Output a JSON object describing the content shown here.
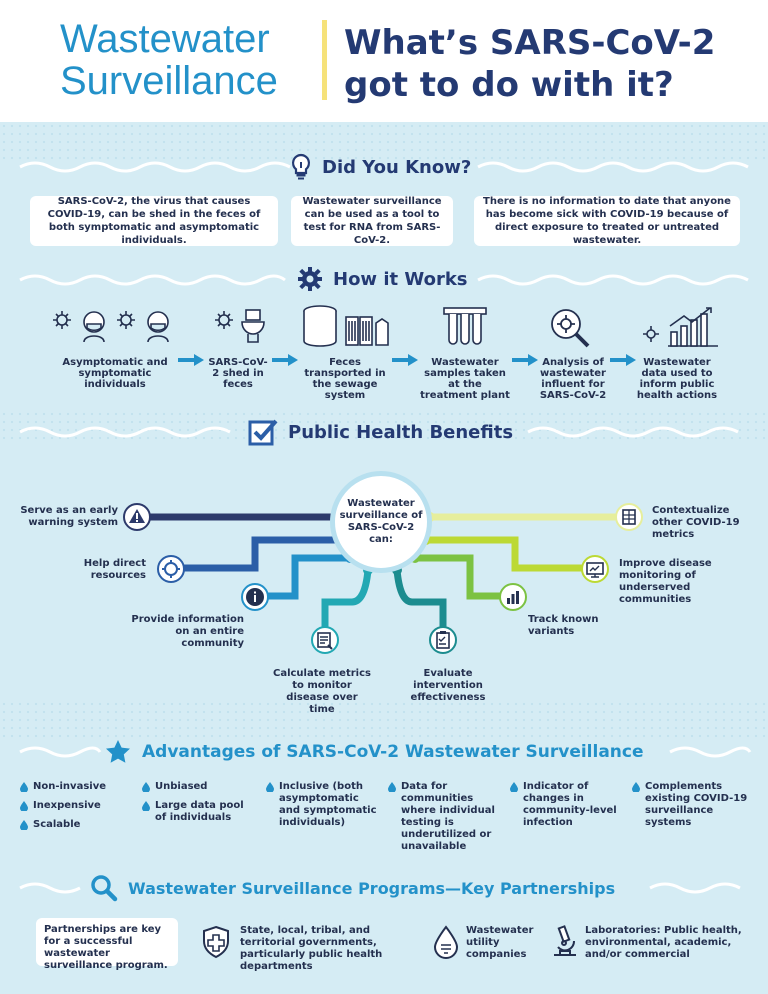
{
  "header": {
    "title_left": "Wastewater Surveillance",
    "title_right": "What’s SARS-CoV-2 got to do with it?"
  },
  "did_you_know": {
    "title": "Did You Know?",
    "facts": [
      "SARS-CoV-2, the virus that causes COVID-19, can be shed in the feces of both symptomatic and asymptomatic individuals.",
      "Wastewater surveillance can be used as a tool to test for RNA from SARS-CoV-2.",
      "There is no information to date that anyone has become sick with COVID-19 because of direct exposure to treated or untreated wastewater."
    ]
  },
  "how_it_works": {
    "title": "How it Works",
    "steps": [
      "Asymptomatic and symptomatic individuals",
      "SARS-CoV-2 shed in feces",
      "Feces transported in the sewage system",
      "Wastewater samples taken at the treatment plant",
      "Analysis of wastewater influent for SARS-CoV-2",
      "Wastewater data used to inform public health actions"
    ]
  },
  "benefits": {
    "title": "Public Health Benefits",
    "hub": "Wastewater surveillance of SARS-CoV-2 can:",
    "items": [
      "Serve as an early warning system",
      "Help direct resources",
      "Provide information on an entire community",
      "Calculate metrics to monitor disease over time",
      "Evaluate intervention effectiveness",
      "Track known variants",
      "Improve disease monitoring of underserved communities",
      "Contextualize other COVID-19 metrics"
    ],
    "colors": {
      "navy": "#2d3a6b",
      "blue": "#2b5ea7",
      "sky": "#2391c9",
      "teal": "#22a8b3",
      "dark_teal": "#1c8c8f",
      "green": "#7cc242",
      "lime": "#bcd934",
      "yellow": "#e6ee9c"
    }
  },
  "advantages": {
    "title": "Advantages of SARS-CoV-2 Wastewater Surveillance",
    "columns": [
      [
        "Non-invasive",
        "Inexpensive",
        "Scalable"
      ],
      [
        "Unbiased",
        "Large data pool of individuals"
      ],
      [
        "Inclusive (both asymptomatic and symptomatic individuals)"
      ],
      [
        "Data for communities where individual testing is underutilized or unavailable"
      ],
      [
        "Indicator of changes in community-level infection"
      ],
      [
        "Complements existing COVID-19 surveillance systems"
      ]
    ]
  },
  "partnerships": {
    "title": "Wastewater Surveillance Programs—Key Partnerships",
    "intro": "Partnerships are key for a successful wastewater surveillance program.",
    "items": [
      "State, local, tribal, and territorial governments, particularly public health departments",
      "Wastewater utility companies",
      "Laboratories: Public health, environmental, academic, and/or commercial"
    ]
  },
  "colors": {
    "accent_blue": "#2391c9",
    "navy": "#243a73",
    "background": "#d5ecf4",
    "title_divider": "#f6e27a"
  }
}
